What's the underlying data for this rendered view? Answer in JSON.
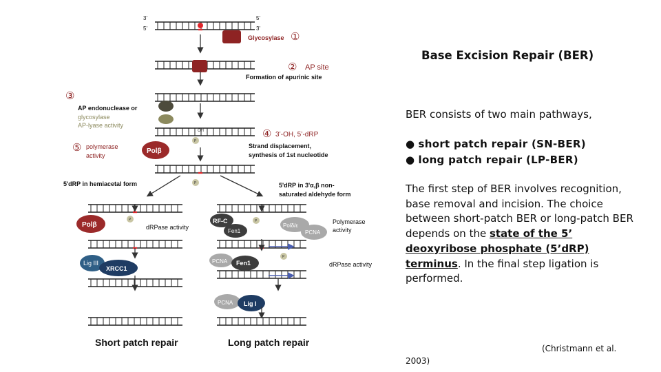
{
  "slide": {
    "title": "Base Excision Repair (BER)",
    "intro": "BER consists of two main pathways,",
    "bullets": [
      "short patch repair (SN-BER)",
      "long patch repair (LP-BER)"
    ],
    "bullet_marker": "●",
    "body": {
      "part1": "The first step of BER involves recognition, base removal and incision. The choice between short-patch BER or long-patch BER depends on the ",
      "emphasis": "state of the 5’ deoxyribose phosphate (5’dRP) terminus",
      "part2": ". In the final step ligation is performed."
    },
    "citation_line1": "(Christmann et al.",
    "citation_line2": "2003)"
  },
  "diagram": {
    "strand_labels": {
      "top_3": "3'",
      "top_5": "5'",
      "bot_5": "5'",
      "bot_3": "3'"
    },
    "step_markers": [
      "①",
      "②",
      "③",
      "④",
      "⑤"
    ],
    "labels": {
      "glycosylase": "Glycosylase",
      "ap_site": "AP site",
      "formation": "Formation of apurinic site",
      "ap_endo_1": "AP endonuclease or",
      "ap_endo_2": "glycosylase",
      "ap_endo_3": "AP-lyase activity",
      "oh_end": "3’-OH, 5’-dRP",
      "oh_small": "OH",
      "p_small": "P",
      "polymerase_1": "polymerase",
      "polymerase_2": "activity",
      "strand_disp_1": "Strand displacement,",
      "strand_disp_2": "synthesis of 1st nucleotide",
      "hemiacetal": "5'dRP in hemiacetal form",
      "sat_1": "5'dRP in 3'α,β non-",
      "sat_2": "saturated aldehyde form",
      "drpase": "dRPase activity",
      "poly_act_1": "Polymerase",
      "poly_act_2": "activity",
      "short_patch": "Short patch repair",
      "long_patch": "Long patch repair"
    },
    "proteins": {
      "polb": "Polβ",
      "lig3": "Lig III",
      "xrcc1": "XRCC1",
      "rfc": "RF-C",
      "fen1": "Fen1",
      "pold": "Polδ/ε",
      "pcna": "PCNA",
      "lig1": "Lig I"
    },
    "colors": {
      "glycosylase": "#8e2323",
      "lesion": "#e0262b",
      "polb": "#9b2a2a",
      "dark_grey": "#3d3d3d",
      "light_grey": "#a9a9a9",
      "ligase_blue": "#2f5f86",
      "navy": "#1f3c63",
      "olive": "#8c8a5e",
      "dark_olive": "#4d4b3c",
      "arrow_blue": "#4a5eb0",
      "label_red": "#8e2323"
    }
  }
}
